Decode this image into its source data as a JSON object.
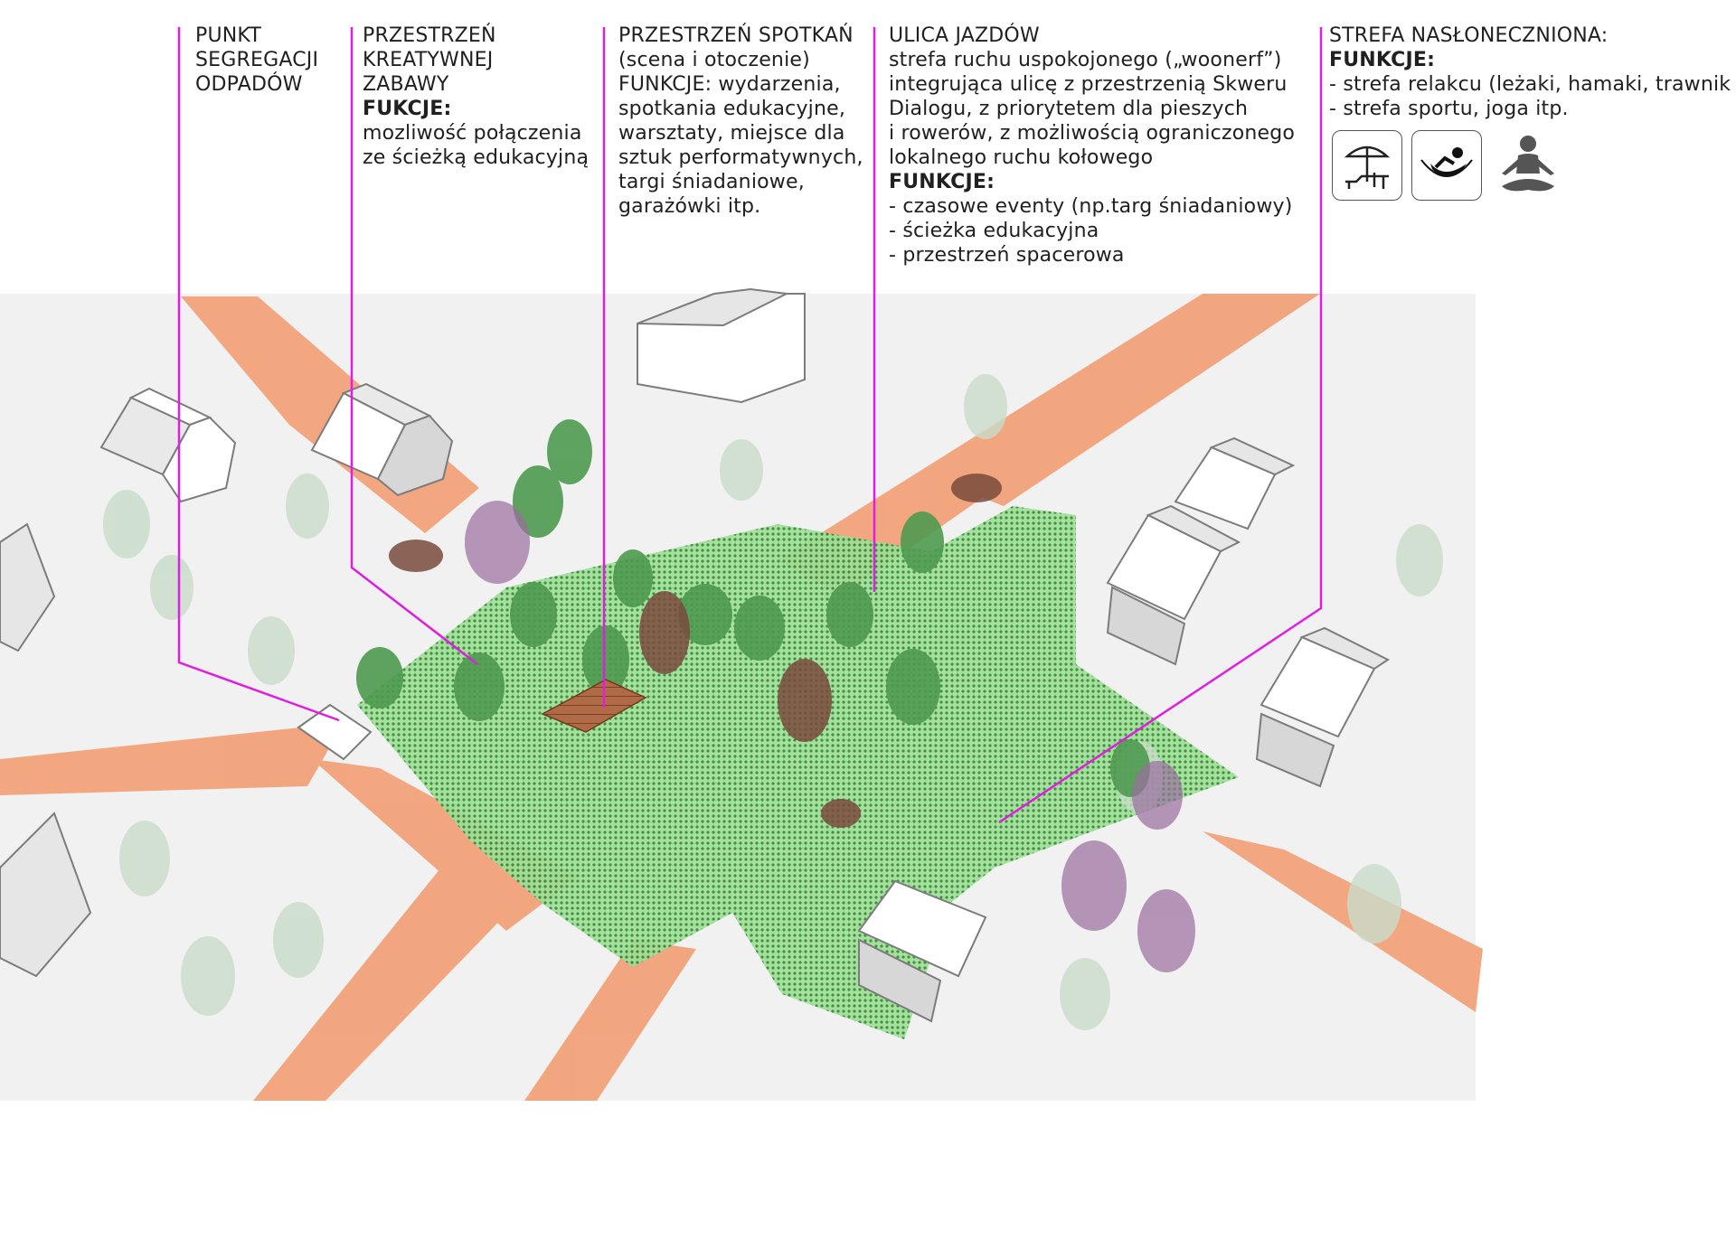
{
  "labels": [
    {
      "id": "waste",
      "lines": [
        {
          "text": "PUNKT",
          "bold": false
        },
        {
          "text": "SEGREGACJI",
          "bold": false
        },
        {
          "text": "ODPADÓW",
          "bold": false
        }
      ]
    },
    {
      "id": "play",
      "lines": [
        {
          "text": "PRZESTRZEŃ",
          "bold": false
        },
        {
          "text": "KREATYWNEJ",
          "bold": false
        },
        {
          "text": "ZABAWY",
          "bold": false
        },
        {
          "text": "FUKCJE:",
          "bold": true
        },
        {
          "text": "mozliwość połączenia",
          "bold": false
        },
        {
          "text": "ze ścieżką edukacyjną",
          "bold": false
        }
      ]
    },
    {
      "id": "meeting",
      "lines": [
        {
          "text": "PRZESTRZEŃ SPOTKAŃ",
          "bold": false
        },
        {
          "text": "(scena i otoczenie)",
          "bold": false
        },
        {
          "text": "FUNKCJE: wydarzenia,",
          "bold": false
        },
        {
          "text": "spotkania edukacyjne,",
          "bold": false
        },
        {
          "text": "warsztaty, miejsce dla",
          "bold": false
        },
        {
          "text": "sztuk performatywnych,",
          "bold": false
        },
        {
          "text": "targi śniadaniowe,",
          "bold": false
        },
        {
          "text": "garażówki itp.",
          "bold": false
        }
      ]
    },
    {
      "id": "street",
      "lines": [
        {
          "text": "ULICA JAZDÓW",
          "bold": false
        },
        {
          "text": "strefa ruchu uspokojonego („woonerf”)",
          "bold": false
        },
        {
          "text": "integrująca ulicę z przestrzenią Skweru",
          "bold": false
        },
        {
          "text": "Dialogu, z priorytetem dla pieszych",
          "bold": false
        },
        {
          "text": "i rowerów, z możliwością ograniczonego",
          "bold": false
        },
        {
          "text": "lokalnego ruchu kołowego",
          "bold": false
        },
        {
          "text": "FUNKCJE:",
          "bold": true
        },
        {
          "text": "- czasowe eventy (np.targ śniadaniowy)",
          "bold": false
        },
        {
          "text": "- ścieżka edukacyjna",
          "bold": false
        },
        {
          "text": "- przestrzeń spacerowa",
          "bold": false
        }
      ]
    },
    {
      "id": "sun",
      "lines": [
        {
          "text": "STREFA NASŁONECZNIONA:",
          "bold": false
        },
        {
          "text": "FUNKCJE:",
          "bold": true
        },
        {
          "text": "- strefa relakcu (leżaki, hamaki, trawnik )",
          "bold": false
        },
        {
          "text": "- strefa sportu, joga itp.",
          "bold": false
        }
      ]
    }
  ],
  "icons": [
    {
      "name": "sunbed-umbrella-icon"
    },
    {
      "name": "hammock-icon"
    },
    {
      "name": "yoga-icon"
    }
  ],
  "colors": {
    "leader": "#e01ee0",
    "road": "#f2a27a",
    "green_zone": "#8fd68c",
    "ground": "#f1f1f1"
  }
}
